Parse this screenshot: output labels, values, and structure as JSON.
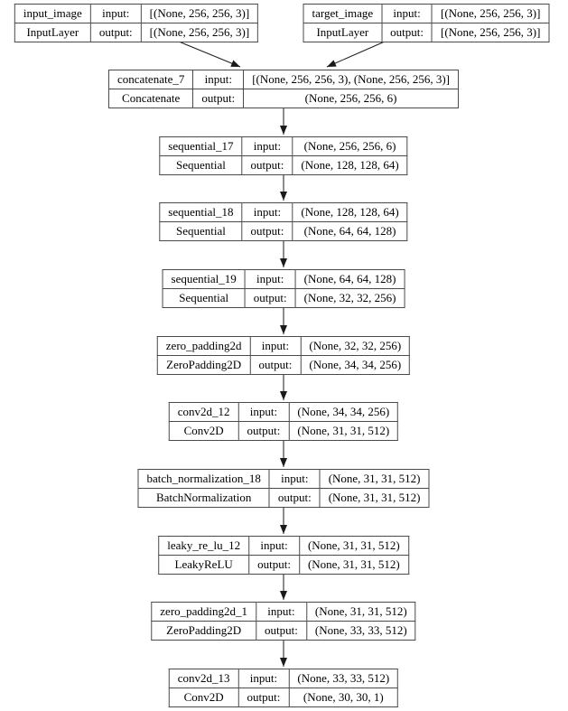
{
  "ui": {
    "input_label": "input:",
    "output_label": "output:"
  },
  "nodes": [
    {
      "id": "input_image",
      "name": "input_image",
      "type": "InputLayer",
      "input": "[(None, 256, 256, 3)]",
      "output": "[(None, 256, 256, 3)]"
    },
    {
      "id": "target_image",
      "name": "target_image",
      "type": "InputLayer",
      "input": "[(None, 256, 256, 3)]",
      "output": "[(None, 256, 256, 3)]"
    },
    {
      "id": "concatenate_7",
      "name": "concatenate_7",
      "type": "Concatenate",
      "input": "[(None, 256, 256, 3), (None, 256, 256, 3)]",
      "output": "(None, 256, 256, 6)"
    },
    {
      "id": "sequential_17",
      "name": "sequential_17",
      "type": "Sequential",
      "input": "(None, 256, 256, 6)",
      "output": "(None, 128, 128, 64)"
    },
    {
      "id": "sequential_18",
      "name": "sequential_18",
      "type": "Sequential",
      "input": "(None, 128, 128, 64)",
      "output": "(None, 64, 64, 128)"
    },
    {
      "id": "sequential_19",
      "name": "sequential_19",
      "type": "Sequential",
      "input": "(None, 64, 64, 128)",
      "output": "(None, 32, 32, 256)"
    },
    {
      "id": "zero_padding2d",
      "name": "zero_padding2d",
      "type": "ZeroPadding2D",
      "input": "(None, 32, 32, 256)",
      "output": "(None, 34, 34, 256)"
    },
    {
      "id": "conv2d_12",
      "name": "conv2d_12",
      "type": "Conv2D",
      "input": "(None, 34, 34, 256)",
      "output": "(None, 31, 31, 512)"
    },
    {
      "id": "batch_normalization_18",
      "name": "batch_normalization_18",
      "type": "BatchNormalization",
      "input": "(None, 31, 31, 512)",
      "output": "(None, 31, 31, 512)"
    },
    {
      "id": "leaky_re_lu_12",
      "name": "leaky_re_lu_12",
      "type": "LeakyReLU",
      "input": "(None, 31, 31, 512)",
      "output": "(None, 31, 31, 512)"
    },
    {
      "id": "zero_padding2d_1",
      "name": "zero_padding2d_1",
      "type": "ZeroPadding2D",
      "input": "(None, 31, 31, 512)",
      "output": "(None, 33, 33, 512)"
    },
    {
      "id": "conv2d_13",
      "name": "conv2d_13",
      "type": "Conv2D",
      "input": "(None, 33, 33, 512)",
      "output": "(None, 30, 30, 1)"
    }
  ],
  "edges": [
    {
      "from": "input_image",
      "to": "concatenate_7"
    },
    {
      "from": "target_image",
      "to": "concatenate_7"
    },
    {
      "from": "concatenate_7",
      "to": "sequential_17"
    },
    {
      "from": "sequential_17",
      "to": "sequential_18"
    },
    {
      "from": "sequential_18",
      "to": "sequential_19"
    },
    {
      "from": "sequential_19",
      "to": "zero_padding2d"
    },
    {
      "from": "zero_padding2d",
      "to": "conv2d_12"
    },
    {
      "from": "conv2d_12",
      "to": "batch_normalization_18"
    },
    {
      "from": "batch_normalization_18",
      "to": "leaky_re_lu_12"
    },
    {
      "from": "leaky_re_lu_12",
      "to": "zero_padding2d_1"
    },
    {
      "from": "zero_padding2d_1",
      "to": "conv2d_13"
    }
  ],
  "colors": {
    "background": "#ffffff",
    "node_border": "#4a4a4a",
    "text": "#000000",
    "edge": "#1a1a1a"
  }
}
